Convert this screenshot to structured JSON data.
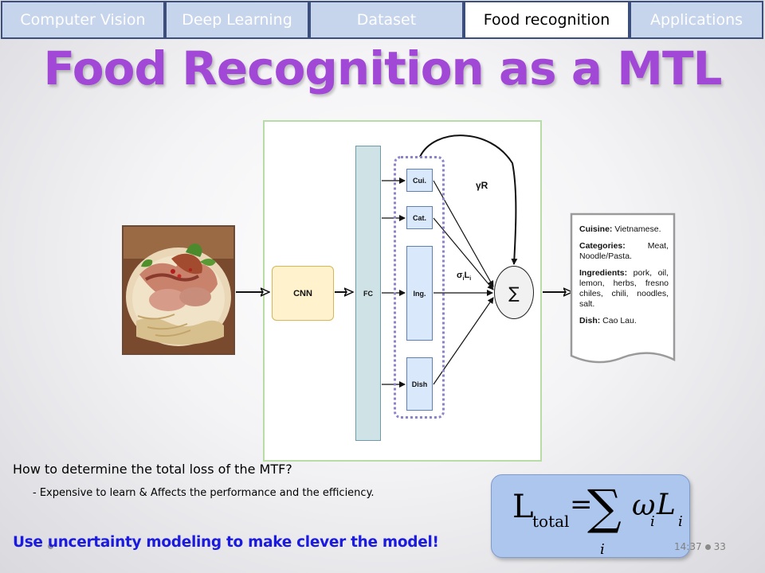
{
  "nav": {
    "tabs": [
      {
        "label": "Computer Vision",
        "active": false
      },
      {
        "label": "Deep Learning",
        "active": false
      },
      {
        "label": "Dataset",
        "active": false
      },
      {
        "label": "Food recognition",
        "active": true
      },
      {
        "label": "Applications",
        "active": false
      }
    ]
  },
  "slide": {
    "title": "Food Recognition as a MTL"
  },
  "diagram": {
    "cnn_label": "CNN",
    "fc_label": "FC",
    "tasks": [
      {
        "label": "Cui."
      },
      {
        "label": "Cat."
      },
      {
        "label": "Ing."
      },
      {
        "label": "Dish"
      }
    ],
    "sum_symbol": "∑",
    "gamma_label": "γR",
    "sigma_label_main": "σ",
    "sigma_label_sub": "i",
    "loss_label_main": "L",
    "loss_label_sub": "i"
  },
  "output_doc": {
    "cuisine_label": "Cuisine:",
    "cuisine_value": " Vietnamese.",
    "categories_label": "Categories:",
    "categories_value": " Meat, Noodle/Pasta.",
    "ingredients_label": "Ingredients:",
    "ingredients_value": " pork, oil, lemon, herbs, fresno chiles, chili, noodles, salt.",
    "dish_label": "Dish:",
    "dish_value": " Cao Lau."
  },
  "body": {
    "question": "How to determine the total loss of the MTF?",
    "sub_point": "- Expensive to learn & Affects the performance and the efficiency.",
    "callout": "Use uncertainty modeling to make clever the model!"
  },
  "formula": {
    "L": "L",
    "total": "total",
    "eq": "=",
    "sum": "∑",
    "omega": "ω",
    "i1": "i",
    "L2": "L",
    "i2": "i",
    "i_sum": "i"
  },
  "footer": {
    "time": "14:37",
    "page": "33"
  },
  "colors": {
    "title": "#a149d6",
    "callout": "#1a1ae0",
    "tab_fill": "#c6d4ec",
    "tab_border": "#3c4f7c",
    "formula_box": "#adc6ee"
  }
}
